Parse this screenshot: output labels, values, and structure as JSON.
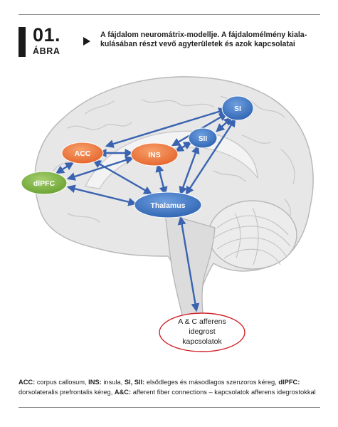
{
  "figure": {
    "number": "01.",
    "word": "ÁBRA",
    "title_line1": "A fájdalom neuromátrix-modellje. A fájdalomélmény kiala-",
    "title_line2": "kulásában részt vevő agyterületek és azok kapcsolatai"
  },
  "nodes": {
    "si": "SI",
    "sii": "SII",
    "acc": "ACC",
    "ins": "INS",
    "dlpfc": "dlPFC",
    "thalamus": "Thalamus"
  },
  "afferent": {
    "line1": "A & C afferens",
    "line2": "idegrost",
    "line3": "kapcsolatok"
  },
  "caption": {
    "line1": [
      {
        "bold": "ACC:",
        "text": " corpus callosum, "
      },
      {
        "bold": "INS:",
        "text": " insula, "
      },
      {
        "bold": "SI, SII:",
        "text": " elsődleges és másodlagos szenzoros kéreg, "
      },
      {
        "bold": "dlPFC:",
        "text": ""
      }
    ],
    "line2": [
      {
        "bold": "",
        "text": "dorsolateralis prefrontalis kéreg, "
      },
      {
        "bold": "A&C:",
        "text": " afferent fiber connections – kapcsolatok afferens idegrostokkal"
      }
    ]
  },
  "colors": {
    "blue_node": "#3d78c4",
    "orange_node": "#ef7a3c",
    "green_node": "#7cb044",
    "arrow": "#3a63b0",
    "afferent_border": "#d2232a",
    "brain_fill": "#e7e7e7",
    "brain_stroke": "#b9b9b9"
  }
}
